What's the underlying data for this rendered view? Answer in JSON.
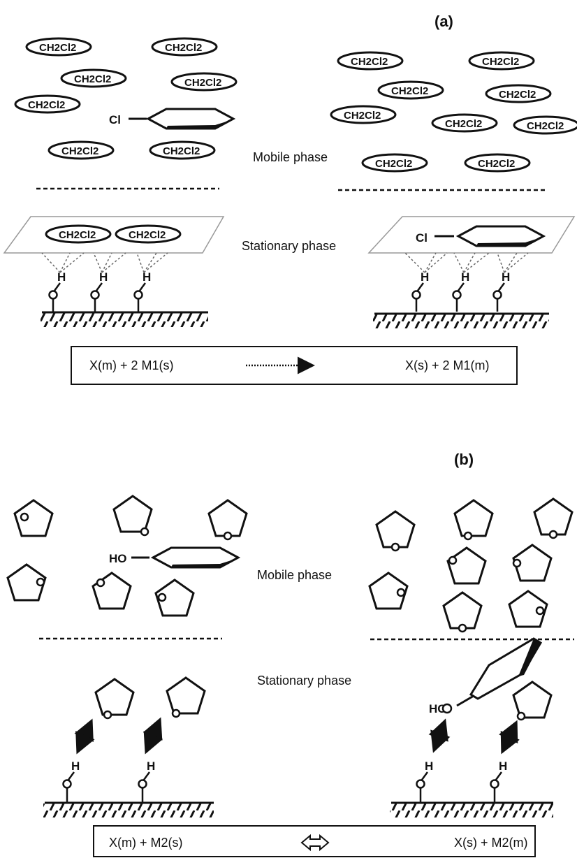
{
  "panels": {
    "a": {
      "label": "(a)",
      "mobile_phase": "Mobile phase",
      "stationary_phase": "Stationary phase",
      "solvent": "CH2Cl2",
      "substituent": "Cl",
      "equation": {
        "left": "X(m) + 2 M1(s)",
        "arrow": "dotted-right-arrow",
        "right": "X(s) + 2 M1(m)"
      }
    },
    "b": {
      "label": "(b)",
      "mobile_phase": "Mobile phase",
      "stationary_phase": "Stationary phase",
      "substituent": "HO",
      "equation": {
        "left": "X(m) + M2(s)",
        "arrow": "double-headed-arrow",
        "right": "X(s) + M2(m)"
      }
    },
    "silanol_h": "H",
    "silanol_o": "O"
  }
}
